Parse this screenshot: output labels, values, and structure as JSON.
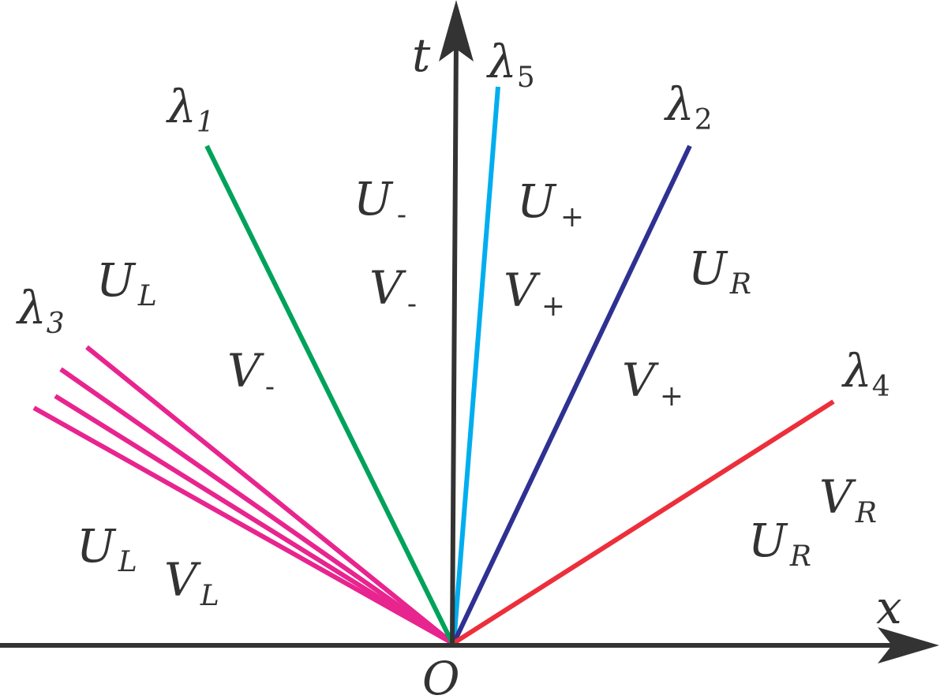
{
  "axes": {
    "t_label": "t",
    "x_label": "x",
    "origin_label": "O"
  },
  "colors": {
    "axis": "#333333",
    "lambda1": "#00a25a",
    "lambda2": "#2e3192",
    "lambda3": "#e8248f",
    "lambda4": "#ec2f3a",
    "lambda5": "#00aeef"
  },
  "waves": [
    {
      "symbol": "λ",
      "index": "1"
    },
    {
      "symbol": "λ",
      "index": "2"
    },
    {
      "symbol": "λ",
      "index": "3"
    },
    {
      "symbol": "λ",
      "index": "4"
    },
    {
      "symbol": "λ",
      "index": "5"
    }
  ],
  "regions": [
    {
      "main": "U",
      "sub": "-"
    },
    {
      "main": "U",
      "sub": "+"
    },
    {
      "main": "V",
      "sub": "-"
    },
    {
      "main": "V",
      "sub": "+"
    },
    {
      "main": "U",
      "sub": "L"
    },
    {
      "main": "V",
      "sub": "-"
    },
    {
      "main": "U",
      "sub": "R"
    },
    {
      "main": "V",
      "sub": "+"
    },
    {
      "main": "V",
      "sub": "R"
    },
    {
      "main": "U",
      "sub": "R"
    },
    {
      "main": "U",
      "sub": "L"
    },
    {
      "main": "V",
      "sub": "L"
    }
  ]
}
